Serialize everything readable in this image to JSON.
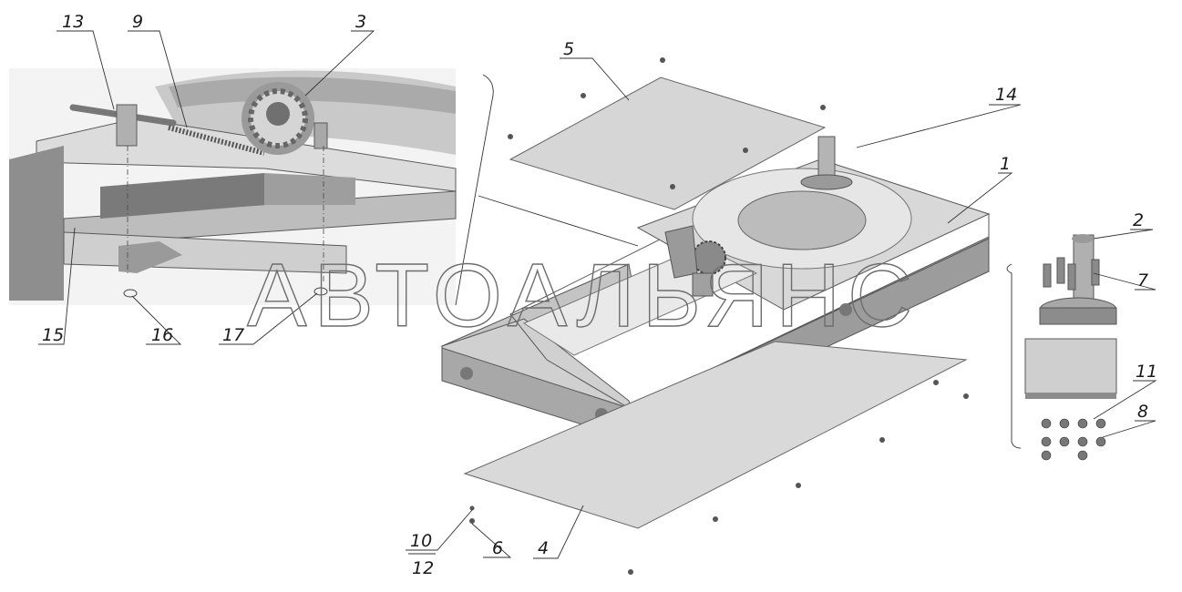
{
  "watermark": "АВТОАЛЬЯНС",
  "callouts": [
    "13",
    "9",
    "3",
    "5",
    "14",
    "1",
    "2",
    "7",
    "11",
    "8",
    "15",
    "16",
    "17",
    "10",
    "12",
    "6",
    "4"
  ]
}
